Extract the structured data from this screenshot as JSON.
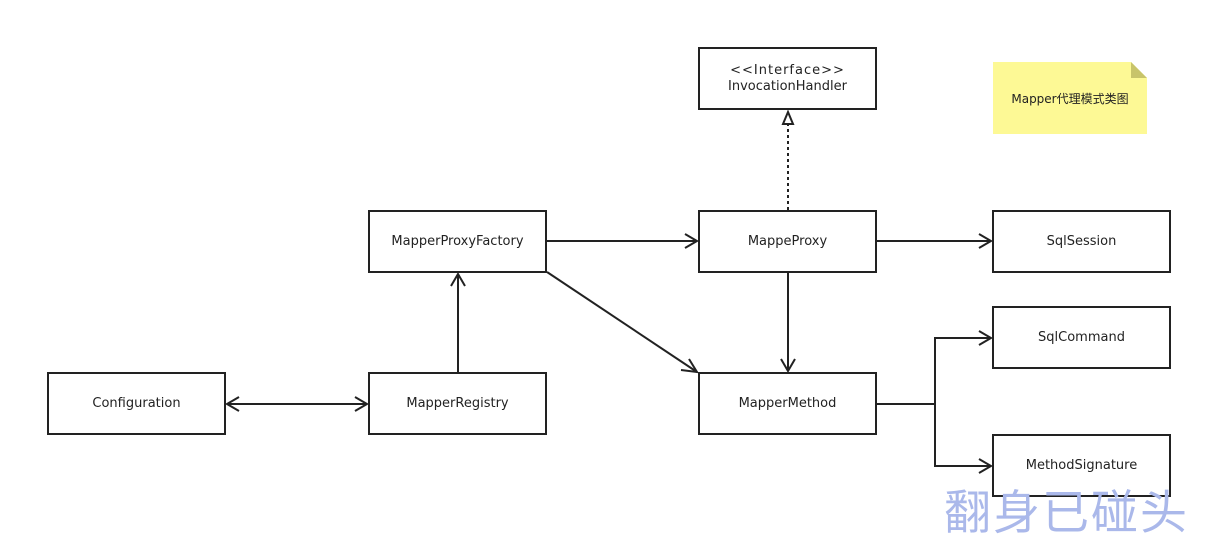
{
  "classes": {
    "invocation_handler": {
      "stereotype": "<<Interface>>",
      "name": "InvocationHandler"
    },
    "mapper_proxy_factory": "MapperProxyFactory",
    "mappe_proxy": "MappeProxy",
    "sql_session": "SqlSession",
    "sql_command": "SqlCommand",
    "configuration": "Configuration",
    "mapper_registry": "MapperRegistry",
    "mapper_method": "MapperMethod",
    "method_signature": "MethodSignature"
  },
  "note": "Mapper代理模式类图",
  "watermark": "翻身已碰头",
  "colors": {
    "line": "#222222",
    "note_background": "#fdf995",
    "watermark": "#aab8ea"
  }
}
